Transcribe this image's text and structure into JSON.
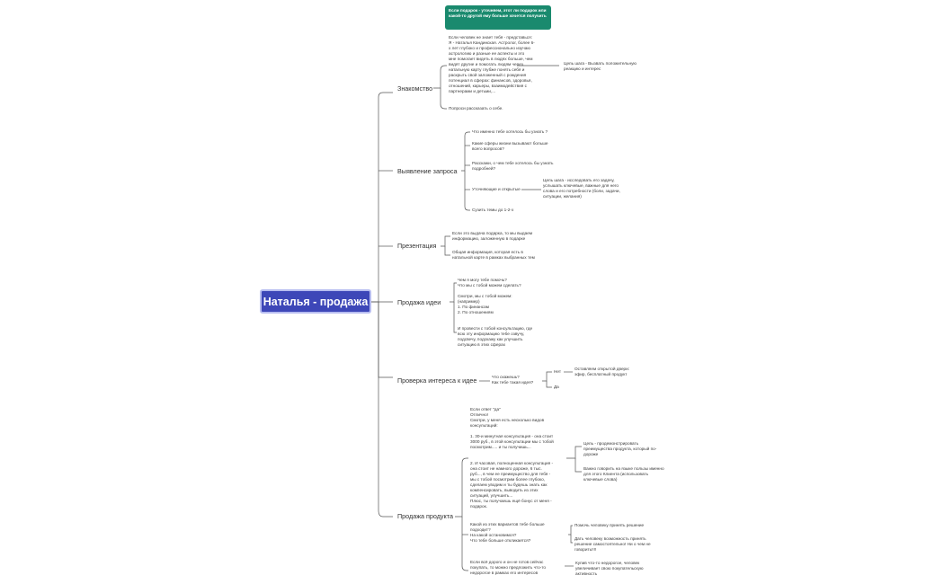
{
  "root": "Наталья - продажа",
  "note": "Если подарок - уточняем, этот ли подарок или какой-то другой ему больше хочется получить",
  "branches": {
    "b1": {
      "label": "Знакомство",
      "c1": "Если человек не знает тебя - представься:\nЯ - Наталья Кандинская. Астролог, более 6-\nх лет глубоко и профессионально изучаю\nастрологию и разные ее аспекты и это\nмне помогает видеть в людях больше, чем\nвидят другие и помогать людям через\nнатальную карту глубже понять себя и\nраскрыть свой заложенный с рождения\nпотенциал в сферах: финансов, здоровья,\nотношений, карьеры, взаимодействия с\nпартнерами и детьми,...",
      "c1_goal": "Цель шага - Вызвать положительную\nреакцию и интерес",
      "c2": "Попроси рассказать о себе."
    },
    "b2": {
      "label": "Выявление запроса",
      "c1": "Что именно тебе хотелось бы узнать ?",
      "c2": "Какие сферы жизни вызывают больше\nвсего вопросов?",
      "c3": "Расскажи, о чем тебе хотелось бы узнать\nподробней?",
      "c4": "Уточняющие и открытые",
      "c4_goal": "Цель шага - исследовать его задачу,\nуслышать ключевые, важные для него\nслова и его потребности (боли, задачи,\nситуации, желания)",
      "c5": "Сузить темы до 1-2-х"
    },
    "b3": {
      "label": "Презентация",
      "c1": "Если это выдача подарка, то мы выдаем\nинформацию, заложенную в подарке",
      "c2": "Общая информация, которая есть в\nнатальной карте в рамках выбранных тем"
    },
    "b4": {
      "label": "Продажа идеи",
      "c1": "Чем я могу тебе помочь?\nЧто мы с тобой можем сделать?\n\nСмотри, мы с тобой можем:\n(например)\n1. По финансам\n2. По отношениям",
      "c2": "И провести с тобой консультацию, где\nвсю эту информацию тебе озвучу,\nподсвечу, подскажу как улучшить\nситуацию в этих сферах"
    },
    "b5": {
      "label": "Проверка интереса к идее",
      "c1": "Что скажешь?\nКак тебе такая идея?",
      "no": "Нет",
      "no_child": "Оставляем открытой двери:\nэфир, бесплатный продукт",
      "yes": "Да"
    },
    "b6": {
      "label": "Продажа продукта",
      "c1": "Если ответ \"да\"\nОтлично!\nСмотри, у меня есть несколько видов\nконсультаций:\n\n1. 30-и минутная консультация - она стоит\n3000 руб., в этой консультации мы с тобой\nпосмотрим..... и ты получишь...\n\n\n2. И часовая, полноценная консультация -\nона стоит не намного дороже, 6 тыс.\nруб..., в чем ее преимущество для тебя -\nмы с тобой посмотрим более глубоко,\nсделаем уводим и ты будешь знать как\nкомпенсировать, выводить из этих\nситуаций, улучшить...\nПлюс, ты получаешь ещё бонус от меня -\nподарок.",
      "c1_g1": "Цель - продемонстрировать\nпреимущества продукта, который по-\nдороже",
      "c1_g2": "Важно говорить на языке пользы именно\nдля этого Клиента (использовать\nключевые слова)",
      "c2": "Какой из этих вариантов тебе больше\nподходит?\nНа какой остановимся?\nЧто тебе больше откликается?",
      "c2_g1": "Помочь человеку принять решение",
      "c2_g2": "Дать человеку возможность принять\nрешение самостоятельно! Ни о чем не\nговорить!!!!",
      "c3": "Если всё дорого и он не готов сейчас\nпокупать, то можно предложить что-то\nнедорогое в рамках его интересов",
      "c3_g1": "Купив что-то недорогое, человек\nувеличивает свою покупательскую\nактивность"
    }
  }
}
